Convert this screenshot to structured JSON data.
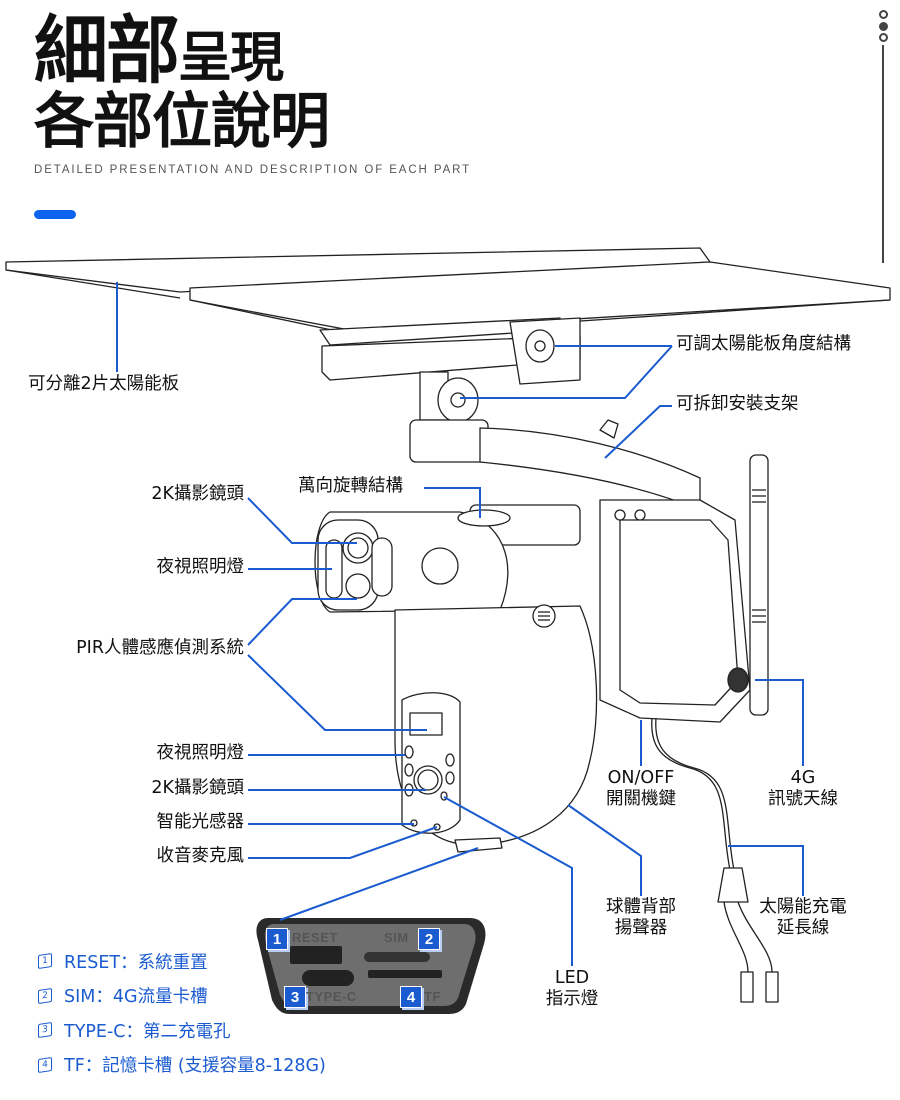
{
  "header": {
    "title_line1_bold": "細部",
    "title_line1_rest": "呈現",
    "title_line2": "各部位說明",
    "subtitle": "DETAILED PRESENTATION AND DESCRIPTION OF EACH PART",
    "accent_color": "#0b63ee"
  },
  "pager": {
    "dots": [
      {
        "state": "inactive"
      },
      {
        "state": "active"
      },
      {
        "state": "inactive"
      }
    ]
  },
  "callouts": {
    "solar_panel_split": "可分離2片太陽能板",
    "panel_angle_adjust": "可調太陽能板角度結構",
    "detachable_bracket": "可拆卸安裝支架",
    "gimbal_rotation": "萬向旋轉結構",
    "top_lens": "2K攝影鏡頭",
    "top_night_light": "夜視照明燈",
    "pir_system": "PIR人體感應偵測系統",
    "bottom_night_light": "夜視照明燈",
    "bottom_lens": "2K攝影鏡頭",
    "light_sensor": "智能光感器",
    "microphone": "收音麥克風",
    "power_switch_line1": "ON/OFF",
    "power_switch_line2": "開關機鍵",
    "antenna_line1": "4G",
    "antenna_line2": "訊號天線",
    "speaker_line1": "球體背部",
    "speaker_line2": "揚聲器",
    "solar_cable_line1": "太陽能充電",
    "solar_cable_line2": "延長線",
    "led_line1": "LED",
    "led_line2": "指示燈"
  },
  "port_panel": {
    "labels": [
      "RESET",
      "SIM",
      "TYPE-C",
      "TF"
    ],
    "numbers": [
      "1",
      "2",
      "3",
      "4"
    ]
  },
  "ports": [
    {
      "num": "1",
      "text": "RESET：系統重置"
    },
    {
      "num": "2",
      "text": "SIM：4G流量卡槽"
    },
    {
      "num": "3",
      "text": "TYPE-C：第二充電孔"
    },
    {
      "num": "4",
      "text": "TF：記憶卡槽 (支援容量8-128G)"
    }
  ],
  "colors": {
    "callout_line": "#1a5bd0",
    "port_text": "#1a5bd0"
  }
}
